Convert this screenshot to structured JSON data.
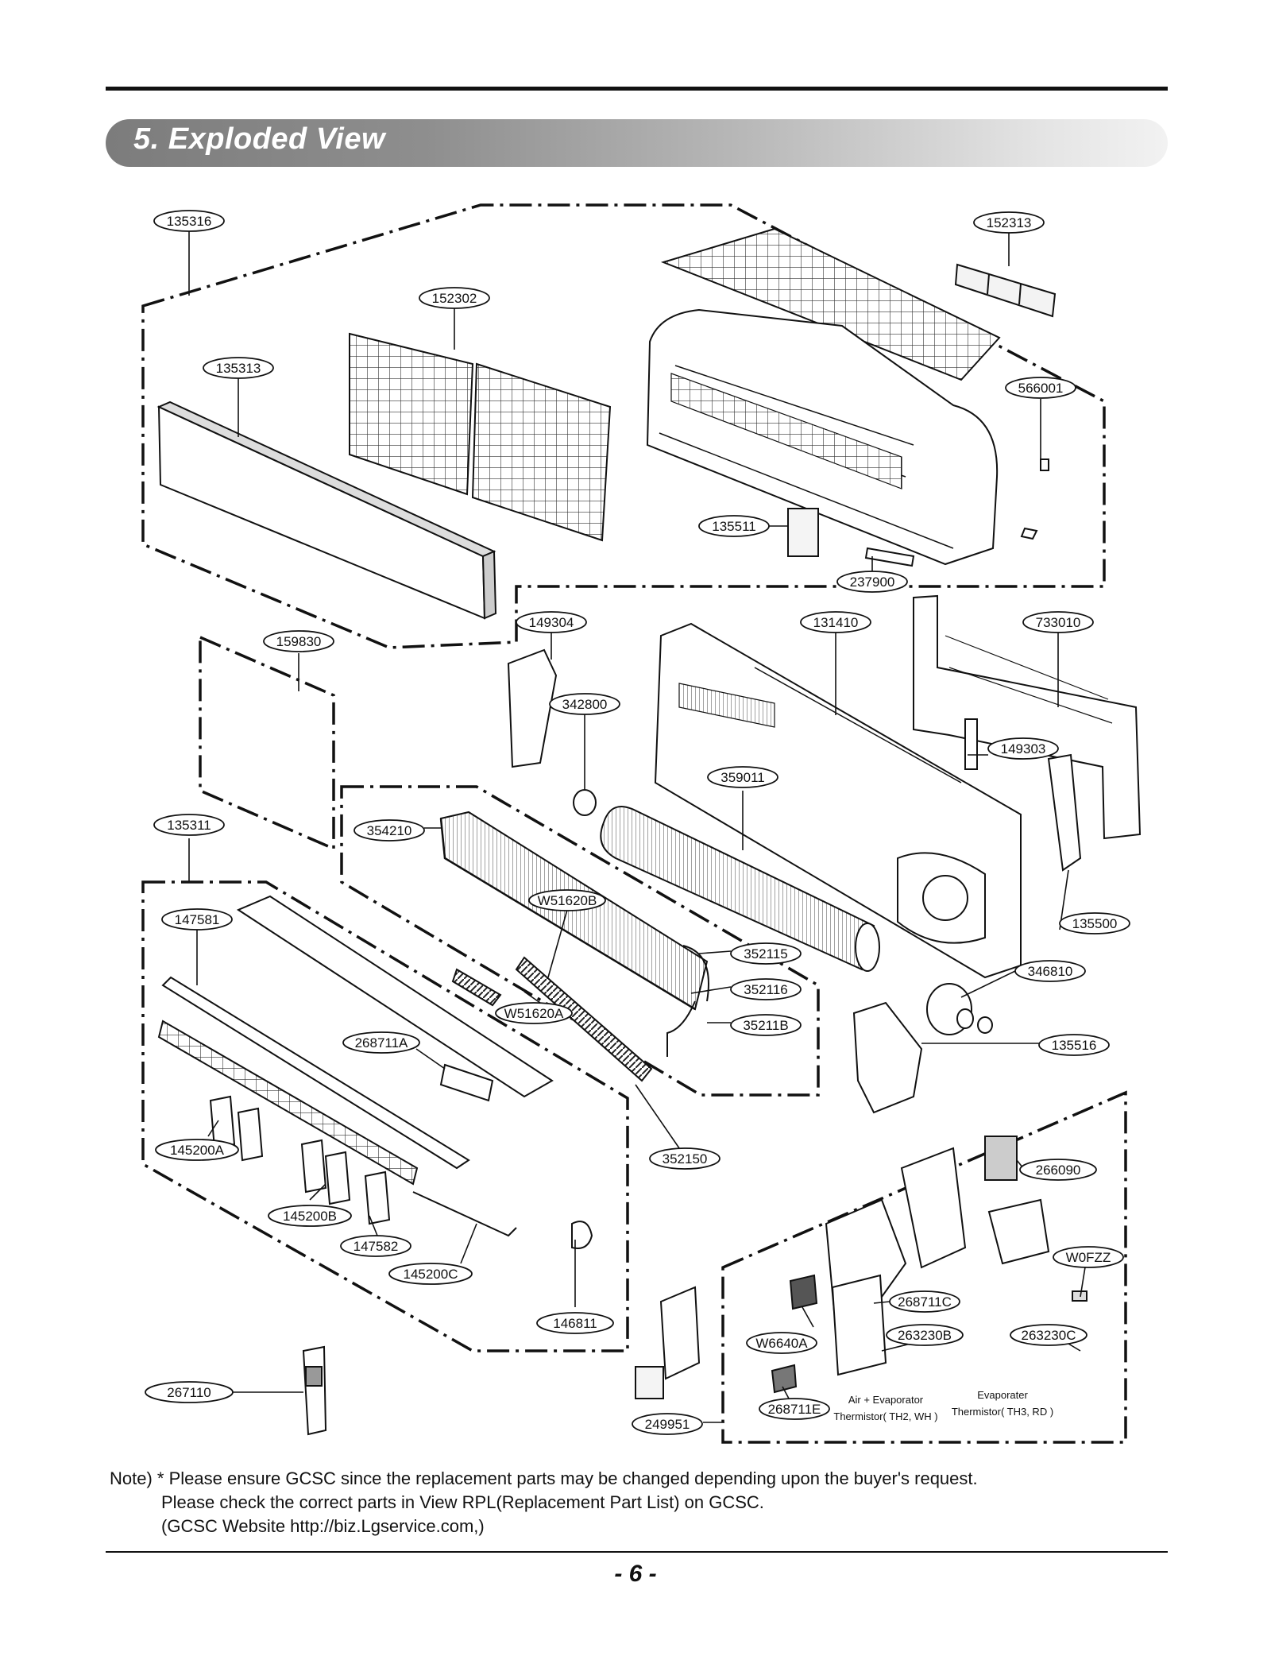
{
  "section": {
    "title": "5. Exploded View"
  },
  "callouts": [
    {
      "id": "c1",
      "label": "135316"
    },
    {
      "id": "c2",
      "label": "152313"
    },
    {
      "id": "c3",
      "label": "152302"
    },
    {
      "id": "c4",
      "label": "135313"
    },
    {
      "id": "c5",
      "label": "566001"
    },
    {
      "id": "c6",
      "label": "135511"
    },
    {
      "id": "c7",
      "label": "237900"
    },
    {
      "id": "c8",
      "label": "149304"
    },
    {
      "id": "c9",
      "label": "131410"
    },
    {
      "id": "c10",
      "label": "733010"
    },
    {
      "id": "c11",
      "label": "159830"
    },
    {
      "id": "c12",
      "label": "342800"
    },
    {
      "id": "c13",
      "label": "149303"
    },
    {
      "id": "c14",
      "label": "359011"
    },
    {
      "id": "c15",
      "label": "135311"
    },
    {
      "id": "c16",
      "label": "354210"
    },
    {
      "id": "c17",
      "label": "147581"
    },
    {
      "id": "c18",
      "label": "W51620B"
    },
    {
      "id": "c19",
      "label": "135500"
    },
    {
      "id": "c20",
      "label": "352115"
    },
    {
      "id": "c21",
      "label": "346810"
    },
    {
      "id": "c22",
      "label": "352116"
    },
    {
      "id": "c23",
      "label": "W51620A"
    },
    {
      "id": "c24",
      "label": "35211B"
    },
    {
      "id": "c25",
      "label": "268711A"
    },
    {
      "id": "c26",
      "label": "135516"
    },
    {
      "id": "c27",
      "label": "145200A"
    },
    {
      "id": "c28",
      "label": "352150"
    },
    {
      "id": "c29",
      "label": "266090"
    },
    {
      "id": "c30",
      "label": "145200B"
    },
    {
      "id": "c31",
      "label": "147582"
    },
    {
      "id": "c32",
      "label": "145200C"
    },
    {
      "id": "c33",
      "label": "W0FZZ"
    },
    {
      "id": "c34",
      "label": "268711C"
    },
    {
      "id": "c35",
      "label": "146811"
    },
    {
      "id": "c36",
      "label": "W6640A"
    },
    {
      "id": "c37",
      "label": "263230B"
    },
    {
      "id": "c38",
      "label": "263230C"
    },
    {
      "id": "c39",
      "label": "267110"
    },
    {
      "id": "c40",
      "label": "268711E"
    },
    {
      "id": "c41",
      "label": "249951"
    }
  ],
  "thermistors": {
    "th2_line1": "Air + Evaporator",
    "th2_line2": "Thermistor( TH2, WH )",
    "th3_line1": "Evaporater",
    "th3_line2": "Thermistor( TH3, RD )"
  },
  "note": {
    "line1": "Note) * Please ensure GCSC since the replacement parts may be changed depending upon the buyer's request.",
    "line2": "Please check  the correct parts in View RPL(Replacement Part List) on GCSC.",
    "line3": "(GCSC Website  http://biz.Lgservice.com,)"
  },
  "page_number": "- 6 -"
}
